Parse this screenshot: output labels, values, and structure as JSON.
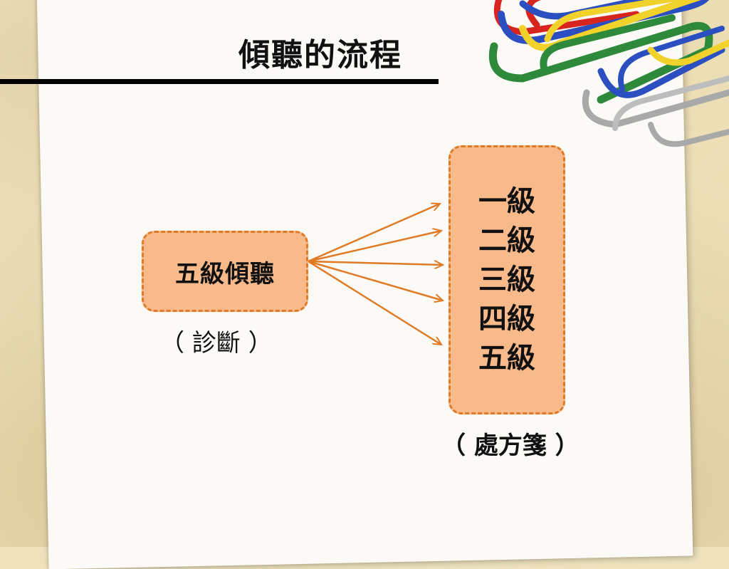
{
  "title": "傾聽的流程",
  "source_box": {
    "label": "五級傾聽",
    "caption": "（ 診斷 ）"
  },
  "target_box": {
    "levels": [
      "一級",
      "二級",
      "三級",
      "四級",
      "五級"
    ],
    "caption": "（ 處方箋 ）"
  },
  "colors": {
    "box_fill": "#f8b98b",
    "box_border": "#e07a24",
    "arrow": "#e07a24"
  }
}
